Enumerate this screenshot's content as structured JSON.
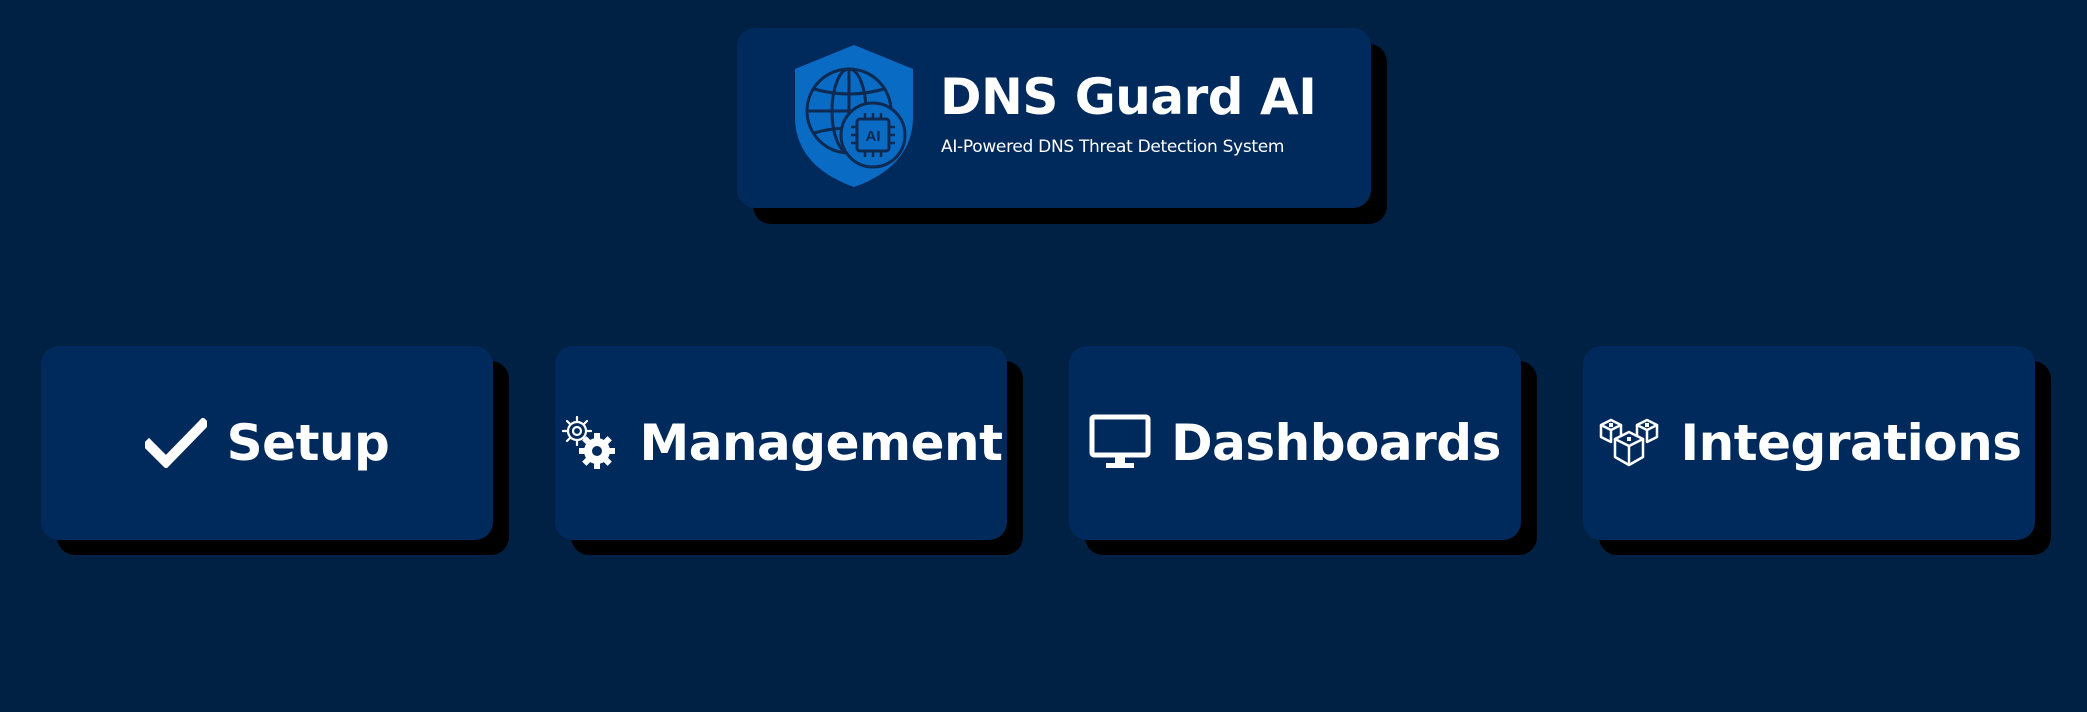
{
  "header": {
    "title": "DNS Guard AI",
    "subtitle": "AI-Powered DNS Threat Detection System",
    "logo": {
      "icon": "shield-globe-ai-chip-icon",
      "chip_text": "AI"
    }
  },
  "nav": [
    {
      "label": "Setup",
      "icon": "checkmark-icon"
    },
    {
      "label": "Management",
      "icon": "gears-icon"
    },
    {
      "label": "Dashboards",
      "icon": "monitor-icon"
    },
    {
      "label": "Integrations",
      "icon": "cubes-icon"
    }
  ],
  "colors": {
    "background": "#002143",
    "card": "#002a5b",
    "card_shadow": "#000000",
    "shield": "#0a6bc4",
    "text": "#ffffff"
  }
}
